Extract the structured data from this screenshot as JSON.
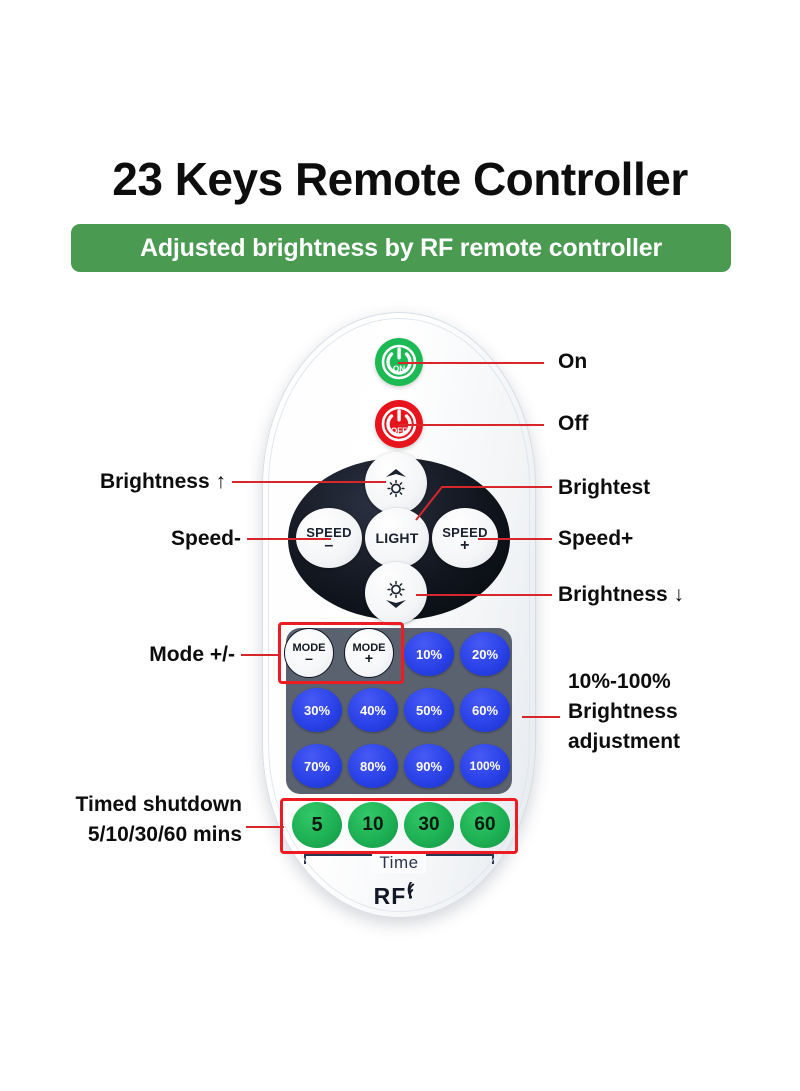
{
  "header": {
    "title": "23 Keys Remote Controller",
    "subtitle": "Adjusted brightness by RF remote controller",
    "bar_color": "#4a9a52"
  },
  "remote": {
    "power_on": {
      "label": "ON",
      "icon": "power-icon",
      "color": "#1db954"
    },
    "power_off": {
      "label": "OFF",
      "icon": "power-icon",
      "color": "#e8141d"
    },
    "pad": {
      "brightness_up": {
        "icon": "brightness-up-icon"
      },
      "brightness_down": {
        "icon": "brightness-down-icon"
      },
      "speed_minus": {
        "label": "SPEED",
        "sign": "–"
      },
      "speed_plus": {
        "label": "SPEED",
        "sign": "+"
      },
      "light": {
        "label": "LIGHT"
      }
    },
    "mode_buttons": [
      {
        "label": "MODE",
        "sign": "–"
      },
      {
        "label": "MODE",
        "sign": "+"
      }
    ],
    "brightness_levels": [
      "10%",
      "20%",
      "30%",
      "40%",
      "50%",
      "60%",
      "70%",
      "80%",
      "90%",
      "100%"
    ],
    "timer_buttons": [
      "5",
      "10",
      "30",
      "60"
    ],
    "time_bracket_label": "Time",
    "rf_label": "RF",
    "colors": {
      "blue_button": "#2a42e8",
      "blue_panel": "#5b626f",
      "green_button": "#1eb054",
      "highlight_box": "#ed1c24",
      "leader_line": "#d7262c"
    }
  },
  "callouts": {
    "on": "On",
    "off": "Off",
    "brightest": "Brightest",
    "speed_plus": "Speed+",
    "brightness_down": "Brightness ↓",
    "brightness_up": "Brightness ↑",
    "speed_minus": "Speed-",
    "mode": "Mode +/-",
    "brightness_range_line1": "10%-100%",
    "brightness_range_line2": "Brightness",
    "brightness_range_line3": "adjustment",
    "timed_line1": "Timed shutdown",
    "timed_line2": "5/10/30/60 mins"
  }
}
